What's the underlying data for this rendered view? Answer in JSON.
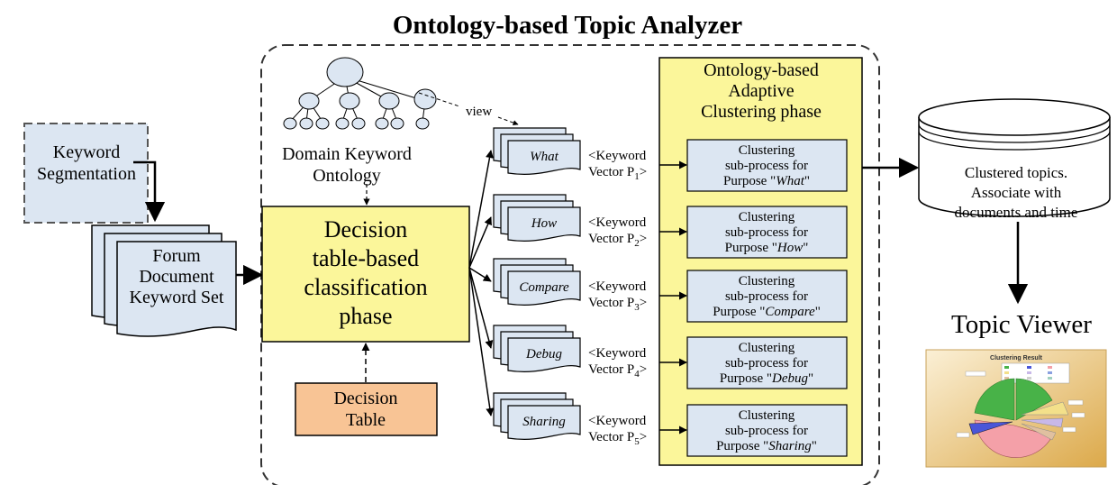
{
  "title": "Ontology-based Topic Analyzer",
  "keyword_segmentation": [
    "Keyword",
    "Segmentation"
  ],
  "forum_doc": [
    "Forum",
    "Document",
    "Keyword Set"
  ],
  "ontology_label": [
    "Domain Keyword",
    "Ontology"
  ],
  "view_label": "view",
  "decision_phase": [
    "Decision",
    "table-based",
    "classification",
    "phase"
  ],
  "decision_table": [
    "Decision",
    "Table"
  ],
  "clustering_phase": [
    "Ontology-based",
    "Adaptive",
    "Clustering phase"
  ],
  "purposes": [
    "What",
    "How",
    "Compare",
    "Debug",
    "Sharing"
  ],
  "vector_keyword": "<Keyword",
  "vector_prefix": "Vector P",
  "vector_suffix": ">",
  "vector_subscripts": [
    "1",
    "2",
    "3",
    "4",
    "5"
  ],
  "sub_line1": "Clustering",
  "sub_line2": "sub-process for",
  "sub_line3_prefix": "Purpose \"",
  "sub_line3_suffix": "\"",
  "clustered": [
    "Clustered topics.",
    "Associate with",
    "documents and time"
  ],
  "topic_viewer": "Topic Viewer",
  "clustering_result": "Clustering Result",
  "colors": {
    "box_fill": "#dce6f2",
    "yellow": "#fbf69a",
    "orange": "#f8c495",
    "pie_green": "#48b248",
    "pie_pink": "#f4a0a8",
    "pie_blue": "#4a56d8",
    "thumb_bg": "#e8c47c"
  }
}
